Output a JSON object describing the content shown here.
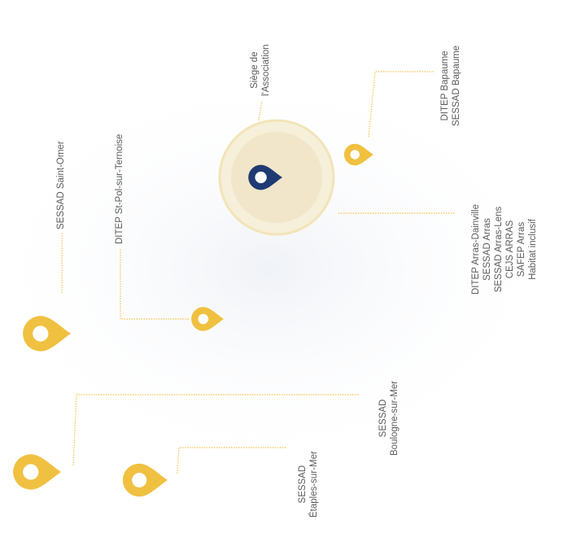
{
  "colors": {
    "marker_primary": "#f0c040",
    "marker_secondary": "#1f3a73",
    "connector": "#f2c24a",
    "halo": "#efe3c2",
    "halo_ring": "#f2e4b8",
    "text": "#5a5a5a"
  },
  "markers": [
    {
      "id": "siege",
      "kind": "headquarters",
      "icon": "location-pin-icon"
    },
    {
      "id": "bapaume",
      "kind": "site",
      "icon": "location-pin-icon"
    },
    {
      "id": "stpol",
      "kind": "site",
      "icon": "location-pin-icon"
    },
    {
      "id": "saintomer",
      "kind": "site",
      "icon": "location-pin-icon"
    },
    {
      "id": "boulogne",
      "kind": "site",
      "icon": "location-pin-icon"
    },
    {
      "id": "etaples",
      "kind": "site",
      "icon": "location-pin-icon"
    }
  ],
  "labels": {
    "siege": [
      "Siège de",
      "l'Association"
    ],
    "bapaume": [
      "DITEP Bapaume",
      "SESSAD Bapaume"
    ],
    "arras": [
      "DITEP Arras-Dainville",
      "SESSAD Arras",
      "SESSAD Arras-Lens",
      "CEJS ARRAS",
      "SAFEP Arras",
      "Habitat inclusif"
    ],
    "saintomer": [
      "SESSAD Saint-Omer"
    ],
    "stpol": [
      "DITEP St-Pol-sur-Ternoise"
    ],
    "boulogne": [
      "SESSAD",
      "Boulogne-sur-Mer"
    ],
    "etaples": [
      "SESSAD",
      "Étaples-sur-Mer"
    ]
  }
}
